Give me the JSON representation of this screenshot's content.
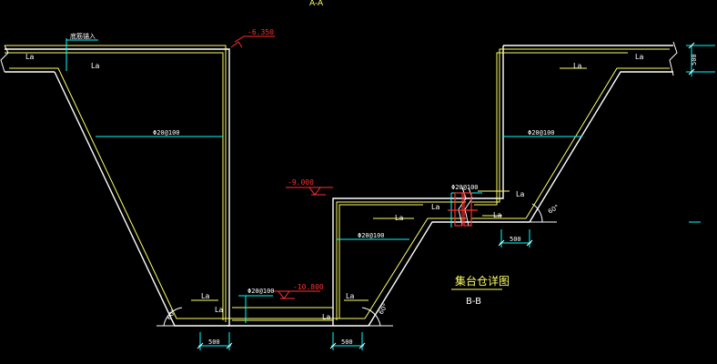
{
  "colors": {
    "background": "#000000",
    "outline": "#ffffff",
    "rebar": "#ffff66",
    "dimension": "#00ffff",
    "elevation": "#ff3030",
    "label": "#ffffff",
    "title": "#ffff66"
  },
  "texts": {
    "top_view_marker": "A-A",
    "rebar_note_top": "底筋锚入",
    "elev_1": "-6.350",
    "elev_2": "-9.000",
    "elev_3": "-10.800",
    "la": "La",
    "rebar_wall_left": "Φ20@100",
    "rebar_wall_right": "Φ20@100",
    "rebar_step": "Φ20@100",
    "rebar_bottom": "Φ20@100",
    "rebar_step_right": "Φ20@100",
    "dim_500": "500",
    "dim_500_height": "500",
    "angle_60": "60°",
    "title": "集台仓详图",
    "subtitle": "B-B"
  }
}
